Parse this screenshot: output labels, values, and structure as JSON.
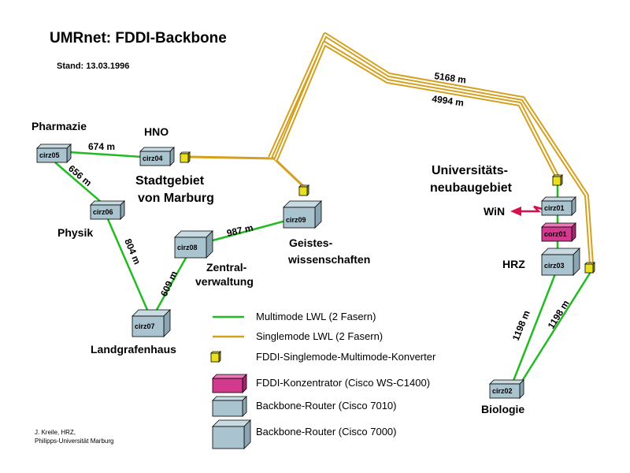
{
  "title": "UMRnet: FDDI-Backbone",
  "stand": "Stand: 13.03.1996",
  "places": {
    "pharmazie": "Pharmazie",
    "hno": "HNO",
    "stadtgebiet_1": "Stadtgebiet",
    "stadtgebiet_2": "von  Marburg",
    "physik": "Physik",
    "landgrafenhaus": "Landgrafenhaus",
    "zentral_1": "Zentral-",
    "zentral_2": "verwaltung",
    "geistes_1": "Geistes-",
    "geistes_2": "wissenschaften",
    "uni_1": "Universitäts-",
    "uni_2": "neubaugebiet",
    "win": "WiN",
    "hrz": "HRZ",
    "biologie": "Biologie"
  },
  "nodes": {
    "cirz05": "cirz05",
    "cirz04": "cirz04",
    "cirz06": "cirz06",
    "cirz07": "cirz07",
    "cirz08": "cirz08",
    "cirz09": "cirz09",
    "cirz01": "cirz01",
    "corz01": "corz01",
    "cirz03": "cirz03",
    "cirz02": "cirz02"
  },
  "distances": {
    "d674": "674  m",
    "d656": "656  m",
    "d804": "804  m",
    "d609": "609  m",
    "d987": "987  m",
    "d5168": "5168  m",
    "d4994": "4994  m",
    "d1198a": "1198  m",
    "d1198b": "1198  m"
  },
  "legend": {
    "multimode": "Multimode LWL (2 Fasern)",
    "singlemode": "Singlemode LWL (2 Fasern)",
    "konverter": "FDDI-Singlemode-Multimode-Konverter",
    "konzentrator": "FDDI-Konzentrator (Cisco WS-C1400)",
    "router7010": "Backbone-Router (Cisco 7010)",
    "router7000": "Backbone-Router (Cisco 7000)"
  },
  "credit": {
    "line1": "J. Kreile, HRZ,",
    "line2": "Philipps-Universität Marburg"
  },
  "colors": {
    "multimode": "#22bb22",
    "singlemode": "#d4a020",
    "router_front": "#a9c3cf",
    "router_top": "#c8dae2",
    "router_side": "#8aa6b3",
    "konzentrator": "#d23a8e",
    "konverter": "#e8e020",
    "win_arrow": "#d8104a"
  }
}
